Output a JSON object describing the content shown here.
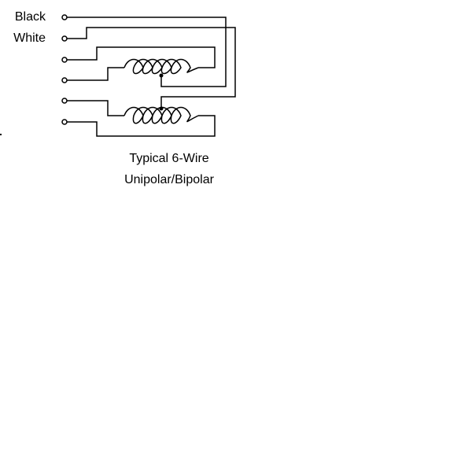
{
  "wires": {
    "black_label": "Black",
    "white_label": "White"
  },
  "caption": {
    "line1": "Typical 6-Wire",
    "line2": "Unipolar/Bipolar"
  },
  "colors": {
    "ink": "#000000",
    "background": "#ffffff"
  }
}
